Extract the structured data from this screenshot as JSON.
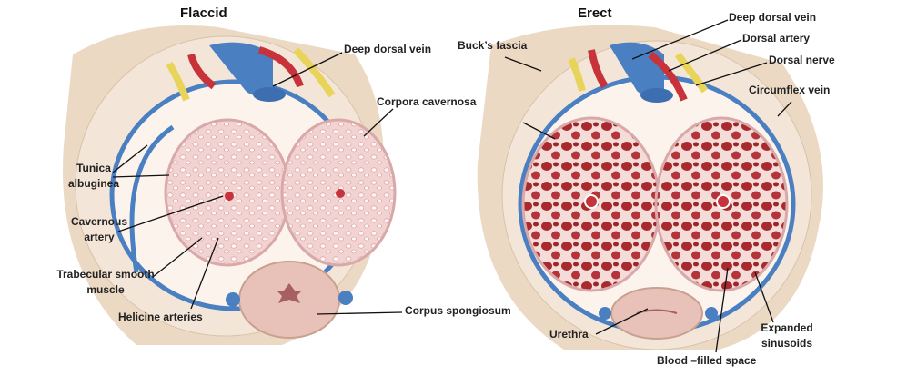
{
  "titles": {
    "flaccid": "Flaccid",
    "erect": "Erect"
  },
  "flaccid_labels": {
    "deep_dorsal_vein": "Deep dorsal vein",
    "corpora_cavernosa": "Corpora cavernosa",
    "tunica_albuginea": [
      "Tunica",
      "albuginea"
    ],
    "cavernous_artery": [
      "Cavernous",
      "artery"
    ],
    "trabecular_smooth_muscle": [
      "Trabecular smooth",
      "muscle"
    ],
    "helicine_arteries": "Helicine arteries",
    "corpus_spongiosum": "Corpus spongiosum"
  },
  "erect_labels": {
    "bucks_fascia": "Buck’s fascia",
    "deep_dorsal_vein": "Deep dorsal vein",
    "dorsal_artery": "Dorsal artery",
    "dorsal_nerve": "Dorsal nerve",
    "circumflex_vein": "Circumflex vein",
    "urethra": "Urethra",
    "expanded_sinusoids": [
      "Expanded",
      "sinusoids"
    ],
    "blood_filled_space": "Blood –filled space"
  },
  "colors": {
    "vein": "#4a7fc1",
    "artery": "#c8323a",
    "nerve": "#e8d45a",
    "tissue_flaccid": "#f0c8c8",
    "tissue_erect": "#b8363a",
    "skin": "#ecd9c4"
  }
}
